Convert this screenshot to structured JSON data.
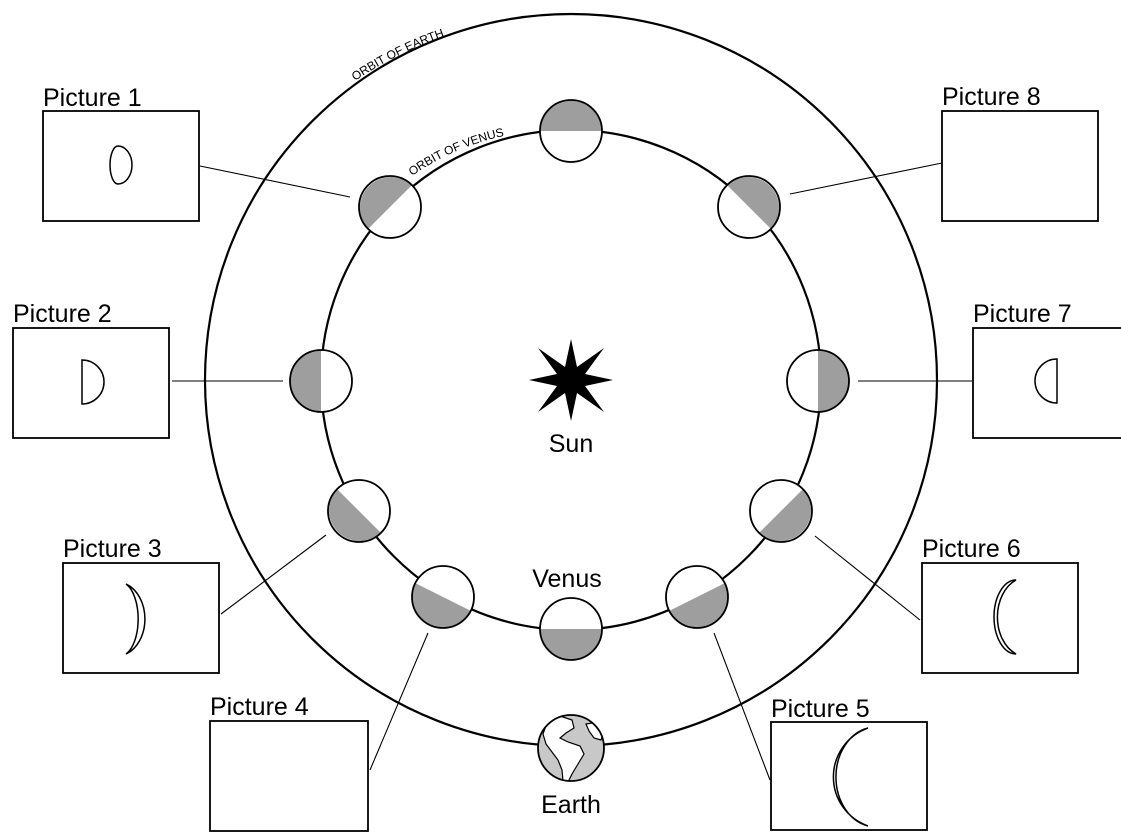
{
  "labels": {
    "orbit_earth": "ORBIT OF EARTH",
    "orbit_venus": "ORBIT OF VENUS",
    "sun": "Sun",
    "venus": "Venus",
    "earth": "Earth"
  },
  "pictures": [
    {
      "title": "Picture 1",
      "phase": "small-gibbous"
    },
    {
      "title": "Picture 2",
      "phase": "half-right"
    },
    {
      "title": "Picture 3",
      "phase": "crescent-right"
    },
    {
      "title": "Picture 4",
      "phase": "empty"
    },
    {
      "title": "Picture 5",
      "phase": "thin-crescent-left"
    },
    {
      "title": "Picture 6",
      "phase": "crescent-left"
    },
    {
      "title": "Picture 7",
      "phase": "half-left"
    },
    {
      "title": "Picture 8",
      "phase": "empty"
    }
  ],
  "colors": {
    "shadow": "#9e9e9e",
    "earth_ocean": "#c8c8c8",
    "earth_land": "#ffffff"
  },
  "icons": {
    "sun": "sun-icon",
    "earth": "earth-globe-icon"
  }
}
